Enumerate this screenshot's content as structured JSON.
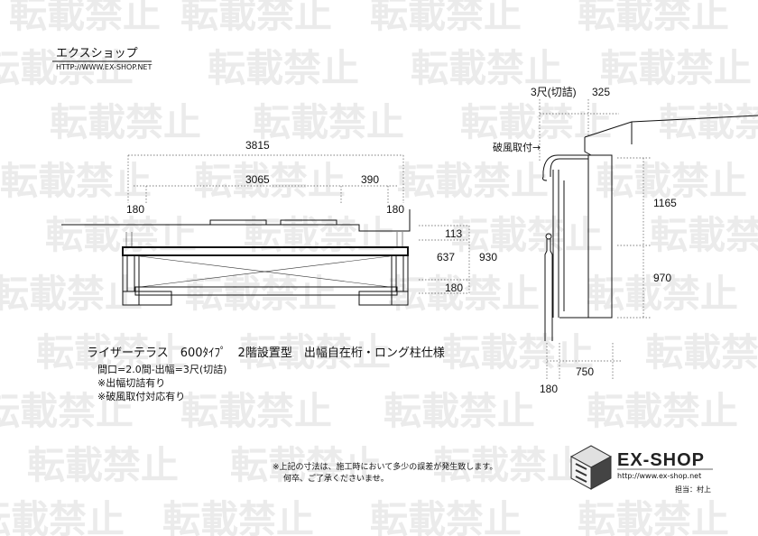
{
  "watermark": "転載禁止",
  "header": {
    "shop_name": "エクスショップ",
    "url": "HTTP://WWW.EX-SHOP.NET"
  },
  "dimensions": {
    "overall_width": "3815",
    "inner_width": "3065",
    "eave": "390",
    "left_post": "180",
    "right_post": "180",
    "front_113": "113",
    "front_637": "637",
    "front_930": "930",
    "front_180": "180",
    "side_3shaku": "3尺(切詰)",
    "side_325": "325",
    "side_1165": "1165",
    "side_970": "970",
    "side_750": "750",
    "side_180": "180"
  },
  "callouts": {
    "windbreak": "破風取付→"
  },
  "title": {
    "main": "ライザーテラス　600ﾀｲﾌﾟ　2階設置型　出幅自在桁・ロング柱仕様",
    "lines": [
      "間口=2.0間-出幅=3尺(切詰)",
      "※出幅切詰有り",
      "※破風取付対応有り"
    ]
  },
  "note": {
    "line1": "※上記の寸法は、施工時において多少の誤差が発生致します。",
    "line2": "何卒、ご了承くださいませ。"
  },
  "logo": {
    "brand": "EX-SHOP",
    "url": "http://www.ex-shop.net",
    "staff": "担当：村上"
  }
}
